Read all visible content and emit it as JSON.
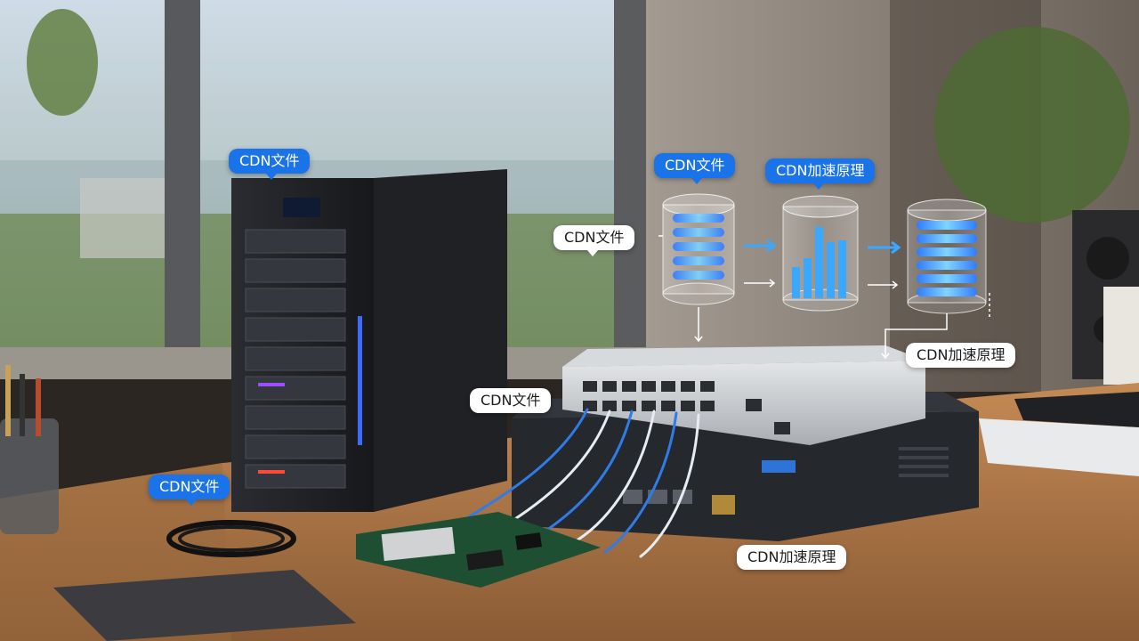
{
  "labels": {
    "server_tag": "CDN文件",
    "cable_tag": "CDN文件",
    "cylinder1_tag": "CDN文件",
    "cylinder2_tag": "CDN加速原理",
    "left_of_cylinder_tag": "CDN文件",
    "switch_left_tag": "CDN文件",
    "right_tag": "CDN加速原理",
    "bottom_tag": "CDN加速原理"
  },
  "colors": {
    "accent_blue": "#1a73e8",
    "server_led": "#3d6bff",
    "desk_wood": "#b27a4a"
  }
}
